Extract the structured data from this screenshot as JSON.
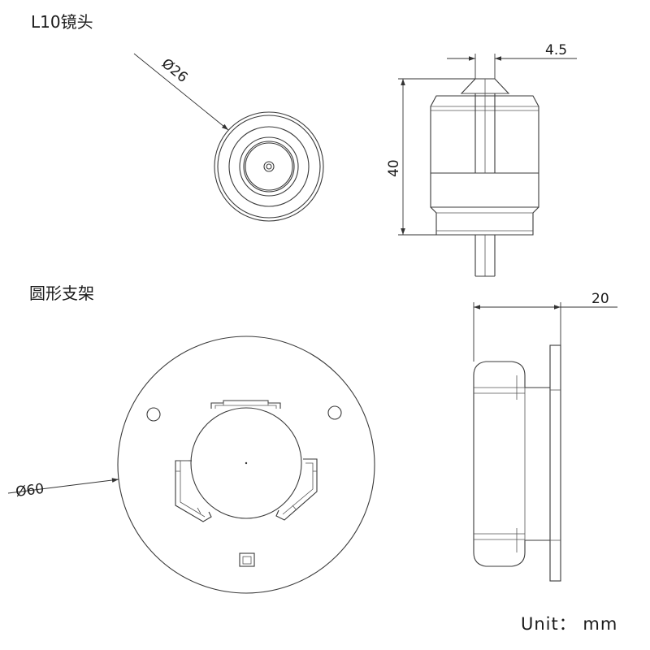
{
  "sections": {
    "lens_title": "L10镜头",
    "mount_title": "圆形支架"
  },
  "dimensions": {
    "lens_diameter": "Ø26",
    "lens_tip": "4.5",
    "lens_height": "40",
    "mount_diameter": "Ø60",
    "mount_depth": "20"
  },
  "unit_label": "Unit：  mm",
  "colors": {
    "line": "#3a3a3a",
    "text": "#1a1a1a",
    "background": "#ffffff"
  }
}
